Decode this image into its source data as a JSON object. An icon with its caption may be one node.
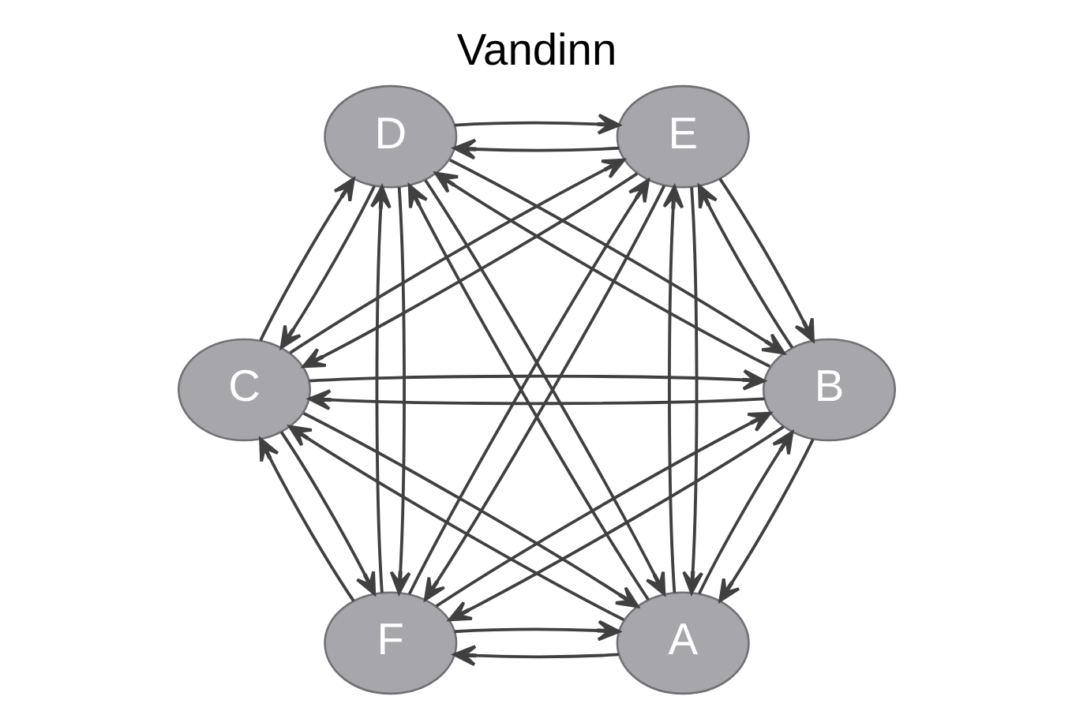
{
  "diagram": {
    "title": "Vandinn",
    "nodes": [
      {
        "text": [
          "A"
        ]
      },
      {
        "text": [
          "B"
        ]
      },
      {
        "text": [
          "C"
        ]
      },
      {
        "text": [
          "D"
        ]
      },
      {
        "text": [
          "E"
        ]
      },
      {
        "text": [
          "F"
        ]
      }
    ],
    "edges": [
      {
        "from": 0,
        "to": 1,
        "arrow": "to"
      },
      {
        "from": 1,
        "to": 0,
        "arrow": "to"
      },
      {
        "from": 1,
        "to": 2,
        "arrow": "to"
      },
      {
        "from": 2,
        "to": 1,
        "arrow": "to"
      },
      {
        "from": 2,
        "to": 3,
        "arrow": "to"
      },
      {
        "from": 3,
        "to": 2,
        "arrow": "to"
      },
      {
        "from": 4,
        "to": 3,
        "arrow": "to"
      },
      {
        "from": 3,
        "to": 4,
        "arrow": "to"
      },
      {
        "from": 5,
        "to": 4,
        "arrow": "to"
      },
      {
        "from": 4,
        "to": 5,
        "arrow": "to"
      },
      {
        "from": 5,
        "to": 0,
        "arrow": "to"
      },
      {
        "from": 0,
        "to": 5,
        "arrow": "to"
      },
      {
        "from": 0,
        "to": 4,
        "arrow": "to"
      },
      {
        "from": 4,
        "to": 0,
        "arrow": "to"
      },
      {
        "from": 1,
        "to": 3,
        "arrow": "to"
      },
      {
        "from": 3,
        "to": 1,
        "arrow": "to"
      },
      {
        "from": 0,
        "to": 2,
        "arrow": "to"
      },
      {
        "from": 2,
        "to": 0,
        "arrow": "to"
      },
      {
        "from": 0,
        "to": 3,
        "arrow": "to"
      },
      {
        "from": 3,
        "to": 0,
        "arrow": "to"
      },
      {
        "from": 1,
        "to": 5,
        "arrow": "to"
      },
      {
        "from": 5,
        "to": 1,
        "arrow": "to"
      },
      {
        "from": 1,
        "to": 4,
        "arrow": "to"
      },
      {
        "from": 4,
        "to": 1,
        "arrow": "to"
      },
      {
        "from": 5,
        "to": 2,
        "arrow": "to"
      },
      {
        "from": 2,
        "to": 5,
        "arrow": "to"
      },
      {
        "from": 5,
        "to": 3,
        "arrow": "to"
      },
      {
        "from": 3,
        "to": 5,
        "arrow": "to"
      },
      {
        "from": 2,
        "to": 4,
        "arrow": "to"
      },
      {
        "from": 4,
        "to": 2,
        "arrow": "to"
      }
    ]
  }
}
